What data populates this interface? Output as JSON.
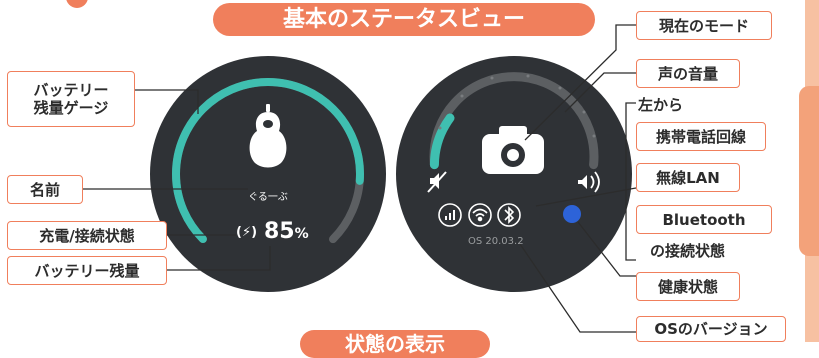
{
  "title_top": "基本のステータスビュー",
  "title_bottom": "状態の表示",
  "left_labels": {
    "battery_gauge_line1": "バッテリー",
    "battery_gauge_line2": "残量ゲージ",
    "name": "名前",
    "charge_connection": "充電/接続状態",
    "battery_remaining": "バッテリー残量"
  },
  "right_labels": {
    "current_mode": "現在のモード",
    "voice_volume": "声の音量",
    "from_left": "左から",
    "mobile_line": "携帯電話回線",
    "wireless_lan": "無線LAN",
    "bluetooth": "Bluetooth",
    "connection_state": "の接続状態",
    "health_state": "健康状態",
    "os_version": "OSのバージョン"
  },
  "device_left": {
    "name": "ぐる一ぶ",
    "charge_icon": "(⚡)",
    "battery_value": "85",
    "battery_unit": "%",
    "gauge_fraction": 0.85,
    "gauge_color": "#3fbfb0"
  },
  "device_right": {
    "os_version": "OS 20.03.2",
    "volume_fraction": 0.18,
    "health_color": "#2d63d8",
    "icons": [
      "mute-icon",
      "camera-icon",
      "speaker-icon",
      "signal-icon",
      "wifi-icon",
      "bluetooth-icon"
    ]
  },
  "colors": {
    "accent": "#f07f5c",
    "device_bg": "#2f3236",
    "teal": "#3fbfb0"
  }
}
